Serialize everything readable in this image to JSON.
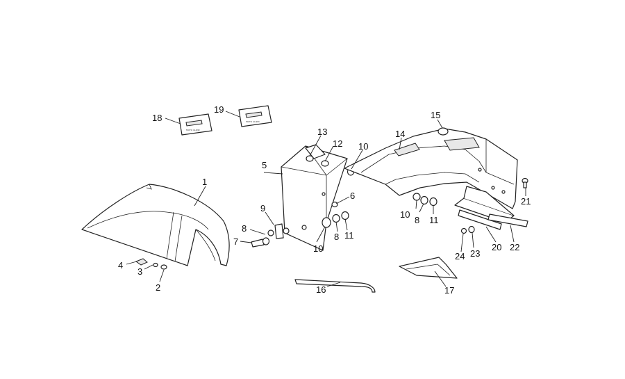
{
  "callouts": {
    "c1": "1",
    "c2": "2",
    "c3": "3",
    "c4": "4",
    "c5": "5",
    "c6": "6",
    "c7": "7",
    "c8a": "8",
    "c8b": "8",
    "c8c": "8",
    "c9": "9",
    "c10a": "10",
    "c10b": "10",
    "c10c": "10",
    "c11a": "11",
    "c11b": "11",
    "c12": "12",
    "c13": "13",
    "c14": "14",
    "c15": "15",
    "c16": "16",
    "c17": "17",
    "c18": "18",
    "c19": "19",
    "c20": "20",
    "c21": "21",
    "c22": "22",
    "c23": "23",
    "c24": "24"
  },
  "colors": {
    "line": "#222222",
    "background": "#ffffff",
    "fill_light": "#e8e8e8"
  }
}
